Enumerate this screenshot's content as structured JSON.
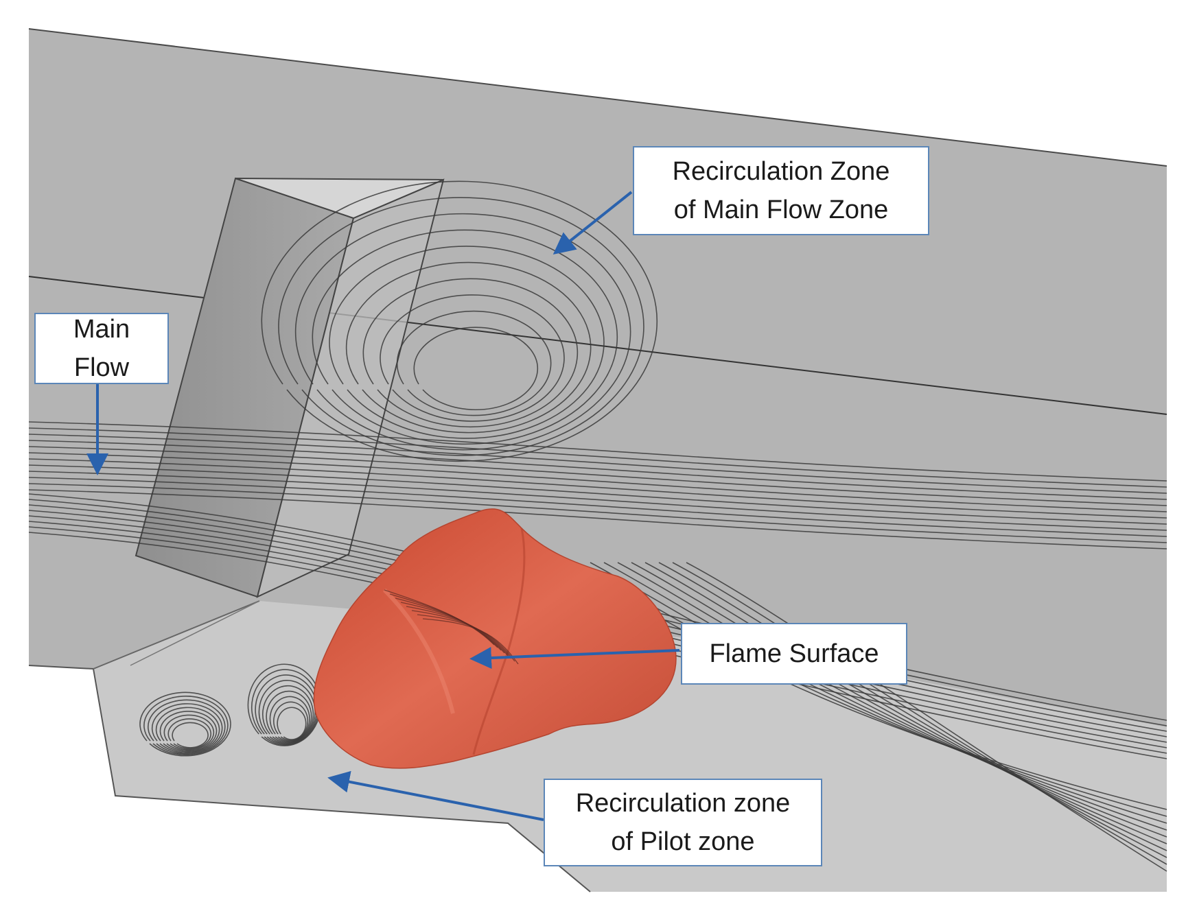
{
  "labels": {
    "main_flow": [
      "Main",
      "Flow"
    ],
    "recirc_main": [
      "Recirculation Zone",
      "of Main Flow Zone"
    ],
    "flame_surface": [
      "Flame Surface"
    ],
    "recirc_pilot": [
      "Recirculation zone",
      "of Pilot zone"
    ]
  },
  "colors": {
    "wall": "#b4b4b4",
    "pilot_wall": "#cdcdcd",
    "flame": "#d2553f",
    "streamline": "#3a3a3a",
    "arrow": "#2a62ad",
    "callout_border": "#5b86b8"
  }
}
